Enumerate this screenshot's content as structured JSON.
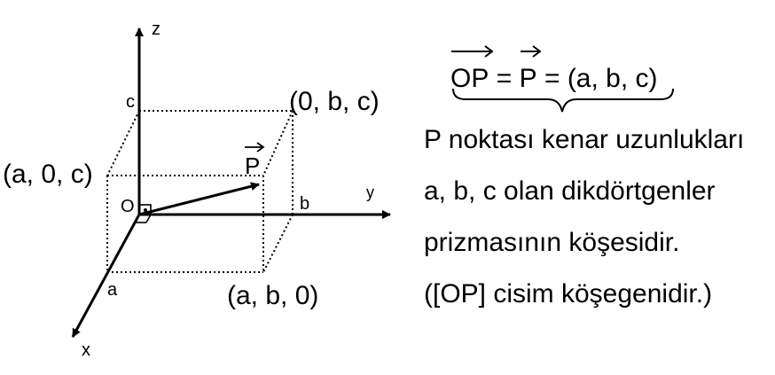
{
  "diagram": {
    "axis_labels": {
      "z": "z",
      "y": "y",
      "x": "x"
    },
    "origin_label": "O",
    "tick_labels": {
      "c": "c",
      "b": "b",
      "a": "a"
    },
    "vector_label": "P",
    "corner_labels": {
      "top_right": "(0, b, c)",
      "left": "(a, 0, c)",
      "bottom": "(a, b, 0)"
    }
  },
  "formula": {
    "lhs": "OP",
    "eq1": "=",
    "mid": "P",
    "eq2": "=",
    "rhs": "(a, b, c)"
  },
  "description": [
    "P noktası kenar uzunlukları",
    "a, b, c olan dikdörtgenler",
    "prizmasının köşesidir.",
    "([OP] cisim köşegenidir.)"
  ]
}
